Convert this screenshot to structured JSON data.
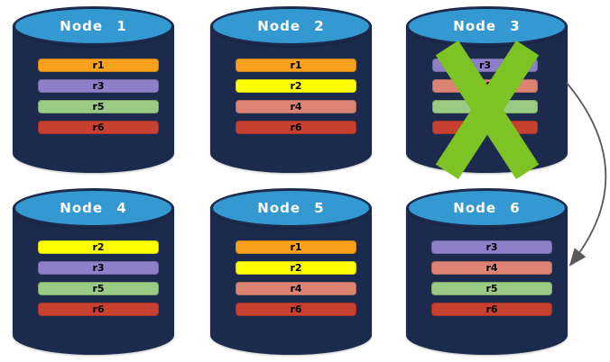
{
  "colors": {
    "background": "#FFFFFF",
    "cylinder_body": "#1C2B4D",
    "cylinder_top": "#3499D1",
    "node_title_text": "#FFFFFF",
    "replica_label_text": "#000000",
    "cross": "#7DC323",
    "arrow": "#595959"
  },
  "nodes": [
    {
      "title": "Node 1",
      "crossed_out": false,
      "replicas": [
        {
          "label": "r1",
          "color": "#F9A11B"
        },
        {
          "label": "r3",
          "color": "#8F7FC9"
        },
        {
          "label": "r5",
          "color": "#9BCA84"
        },
        {
          "label": "r6",
          "color": "#C8402F"
        }
      ]
    },
    {
      "title": "Node 2",
      "crossed_out": false,
      "replicas": [
        {
          "label": "r1",
          "color": "#F9A11B"
        },
        {
          "label": "r2",
          "color": "#FFFF00"
        },
        {
          "label": "r4",
          "color": "#DB8474"
        },
        {
          "label": "r6",
          "color": "#C8402F"
        }
      ]
    },
    {
      "title": "Node 3",
      "crossed_out": true,
      "replicas": [
        {
          "label": "r3",
          "color": "#8F7FC9"
        },
        {
          "label": "r4",
          "color": "#DB8474"
        },
        {
          "label": "r5",
          "color": "#9BCA84"
        },
        {
          "label": "r6",
          "color": "#C8402F"
        }
      ]
    },
    {
      "title": "Node 4",
      "crossed_out": false,
      "replicas": [
        {
          "label": "r2",
          "color": "#FFFF00"
        },
        {
          "label": "r3",
          "color": "#8F7FC9"
        },
        {
          "label": "r5",
          "color": "#9BCA84"
        },
        {
          "label": "r6",
          "color": "#C8402F"
        }
      ]
    },
    {
      "title": "Node 5",
      "crossed_out": false,
      "replicas": [
        {
          "label": "r1",
          "color": "#F9A11B"
        },
        {
          "label": "r2",
          "color": "#FFFF00"
        },
        {
          "label": "r4",
          "color": "#DB8474"
        },
        {
          "label": "r6",
          "color": "#C8402F"
        }
      ]
    },
    {
      "title": "Node 6",
      "crossed_out": false,
      "replicas": [
        {
          "label": "r3",
          "color": "#8F7FC9"
        },
        {
          "label": "r4",
          "color": "#DB8474"
        },
        {
          "label": "r5",
          "color": "#9BCA84"
        },
        {
          "label": "r6",
          "color": "#C8402F"
        }
      ]
    }
  ],
  "cross": {
    "on_node": "Node 3",
    "color": "#7DC323"
  },
  "arrow": {
    "from": "Node 3",
    "to": "Node 6",
    "color": "#595959"
  }
}
